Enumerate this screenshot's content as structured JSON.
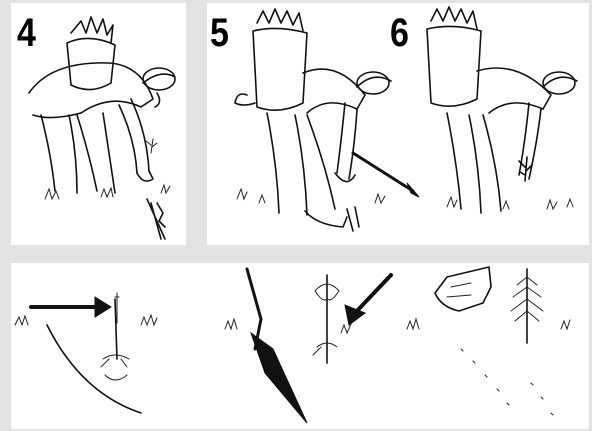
{
  "steps": [
    {
      "number": "4"
    },
    {
      "number": "5"
    },
    {
      "number": "6"
    }
  ]
}
